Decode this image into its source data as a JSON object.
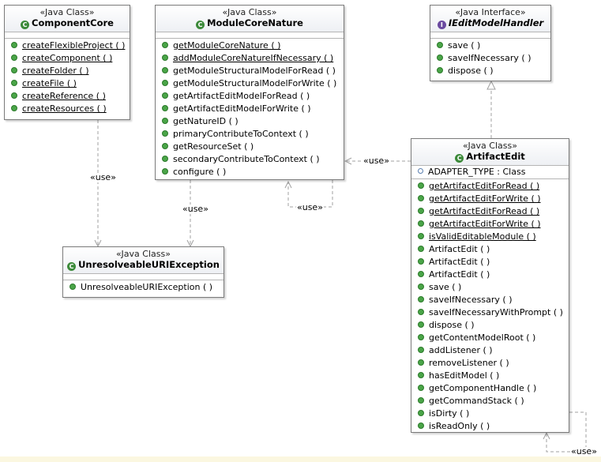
{
  "classes": {
    "component_core": {
      "stereotype": "«Java Class»",
      "name": "ComponentCore",
      "operations": [
        "createFlexibleProject ( )",
        "createComponent ( )",
        "createFolder ( )",
        "createFile ( )",
        "createReference ( )",
        "createResources ( )"
      ]
    },
    "module_core_nature": {
      "stereotype": "«Java Class»",
      "name": "ModuleCoreNature",
      "operations": [
        "getModuleCoreNature ( )",
        "addModuleCoreNatureIfNecessary ( )",
        "getModuleStructuralModelForRead ( )",
        "getModuleStructuralModelForWrite ( )",
        "getArtifactEditModelForRead ( )",
        "getArtifactEditModelForWrite ( )",
        "getNatureID ( )",
        "primaryContributeToContext ( )",
        "getResourceSet ( )",
        "secondaryContributeToContext ( )",
        "configure ( )"
      ]
    },
    "iedit_model_handler": {
      "stereotype": "«Java Interface»",
      "name": "IEditModelHandler",
      "operations": [
        "save ( )",
        "saveIfNecessary ( )",
        "dispose ( )"
      ]
    },
    "artifact_edit": {
      "stereotype": "«Java Class»",
      "name": "ArtifactEdit",
      "attribute": "ADAPTER_TYPE : Class",
      "operations": [
        "getArtifactEditForRead ( )",
        "getArtifactEditForWrite ( )",
        "getArtifactEditForRead ( )",
        "getArtifactEditForWrite ( )",
        "isValidEditableModule ( )",
        "ArtifactEdit ( )",
        "ArtifactEdit ( )",
        "ArtifactEdit ( )",
        "save ( )",
        "saveIfNecessary ( )",
        "saveIfNecessaryWithPrompt ( )",
        "dispose ( )",
        "getContentModelRoot ( )",
        "addListener ( )",
        "removeListener ( )",
        "hasEditModel ( )",
        "getComponentHandle ( )",
        "getCommandStack ( )",
        "isDirty ( )",
        "isReadOnly ( )"
      ]
    },
    "unresolveable_uri_exception": {
      "stereotype": "«Java Class»",
      "name": "UnresolveableURIException",
      "operations": [
        "UnresolveableURIException ( )"
      ]
    }
  },
  "edges": {
    "use_label": "«use»"
  },
  "colors": {
    "class_badge": "#3c8a3a",
    "interface_badge": "#6b4aa0",
    "operation_dot": "#4aa548",
    "edge": "#a0a0a0"
  }
}
